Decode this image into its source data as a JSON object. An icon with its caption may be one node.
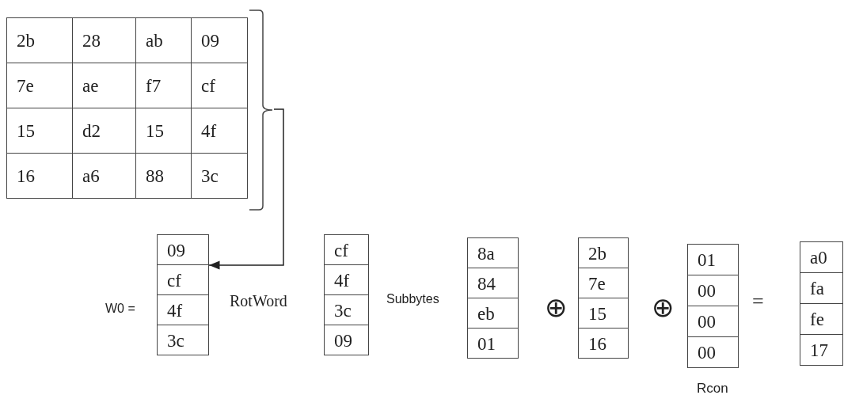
{
  "diagram": {
    "nodes": [
      {
        "text": [
          "2b",
          "28",
          "ab",
          "09",
          "7e",
          "ae",
          "f7",
          "cf",
          "15",
          "d2",
          "15",
          "4f",
          "16",
          "a6",
          "88",
          "3c"
        ]
      },
      {
        "text": [
          "09",
          "cf",
          "4f",
          "3c"
        ]
      },
      {
        "text": [
          "cf",
          "4f",
          "3c",
          "09"
        ]
      },
      {
        "text": [
          "8a",
          "84",
          "eb",
          "01"
        ]
      },
      {
        "text": [
          "2b",
          "7e",
          "15",
          "16"
        ]
      },
      {
        "text": [
          "01",
          "00",
          "00",
          "00"
        ],
        "beside": [
          "Rcon"
        ]
      },
      {
        "text": [
          "a0",
          "fa",
          "fe",
          "17"
        ]
      }
    ],
    "edges": [
      {
        "from": 0,
        "to": 1,
        "arrow": "to"
      }
    ],
    "labels": [
      "W0 =",
      "RotWord",
      "Subbytes",
      "⊕",
      "⊕",
      "="
    ]
  }
}
